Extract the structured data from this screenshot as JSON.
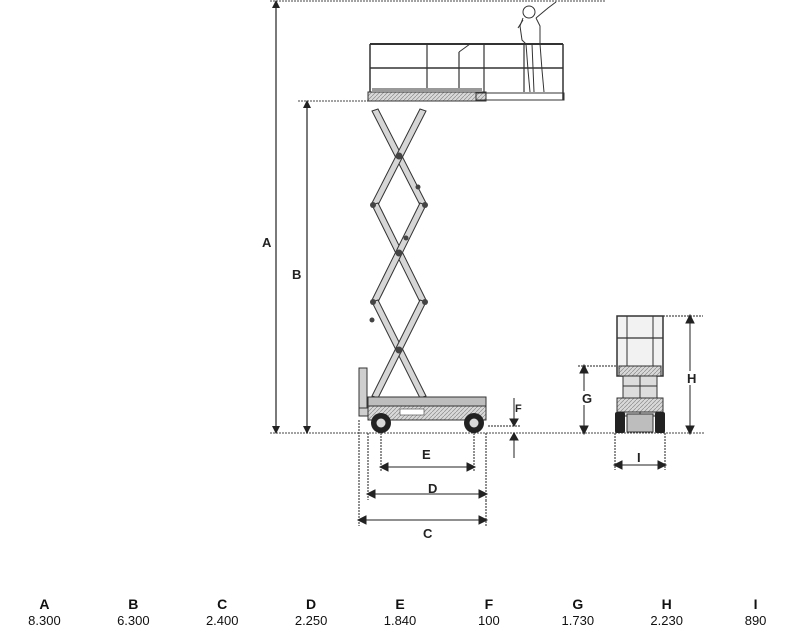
{
  "labels": {
    "A": "A",
    "B": "B",
    "C": "C",
    "D": "D",
    "E": "E",
    "F": "F",
    "G": "G",
    "H": "H",
    "I": "I"
  },
  "specs": {
    "headers": [
      "A",
      "B",
      "C",
      "D",
      "E",
      "F",
      "G",
      "H",
      "I"
    ],
    "values": [
      "8.300",
      "6.300",
      "2.400",
      "2.250",
      "1.840",
      "100",
      "1.730",
      "2.230",
      "890"
    ]
  }
}
